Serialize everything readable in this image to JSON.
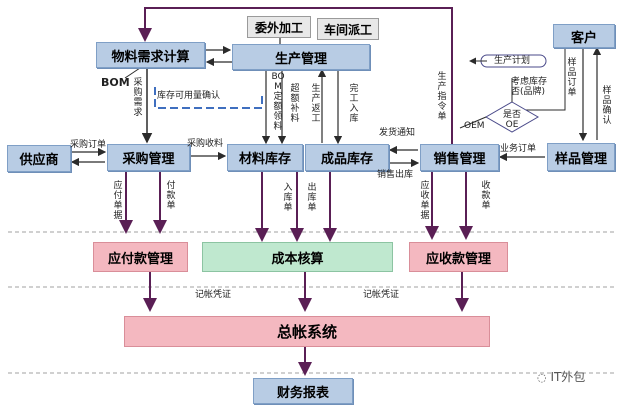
{
  "boxes": {
    "mrp": "物料需求计算",
    "outsource": "委外加工",
    "workshop": "车间派工",
    "production": "生产管理",
    "customer": "客户",
    "supplier": "供应商",
    "purchase": "采购管理",
    "material_stock": "材料库存",
    "product_stock": "成品库存",
    "sales": "销售管理",
    "sample": "样品管理",
    "ap": "应付款管理",
    "cost": "成本核算",
    "ar": "应收款管理",
    "gl": "总帐系统",
    "report": "财务报表"
  },
  "labels": {
    "bom_left": "BOM",
    "purchase_req": "采购需求",
    "stock_confirm": "库存可用量确认",
    "bom_mid": "BOM定额领料",
    "over_feed": "超额补料",
    "prod_return": "生产返工",
    "finish_in": "完工入库",
    "prod_order": "生产指令单",
    "prod_plan": "生产计划",
    "consider_stock": "考虑库存否(品牌)",
    "is_oem": "是否OE",
    "oem": "OEM",
    "ship_notice": "发货通知",
    "sales_out": "销售出库",
    "sample_order": "样品订单",
    "sample_confirm": "样品确认",
    "business_order": "业务订单",
    "purchase_order": "采购订单",
    "purchase_receive": "采购收料",
    "payable_doc": "应付单据",
    "payment_doc": "付款单",
    "in_doc": "入库单",
    "out_doc": "出库单",
    "receivable_doc": "应收单据",
    "receipt_doc": "收款单",
    "voucher_1": "记帐凭证",
    "voucher_2": "记帐凭证"
  },
  "watermark": "IT外包"
}
